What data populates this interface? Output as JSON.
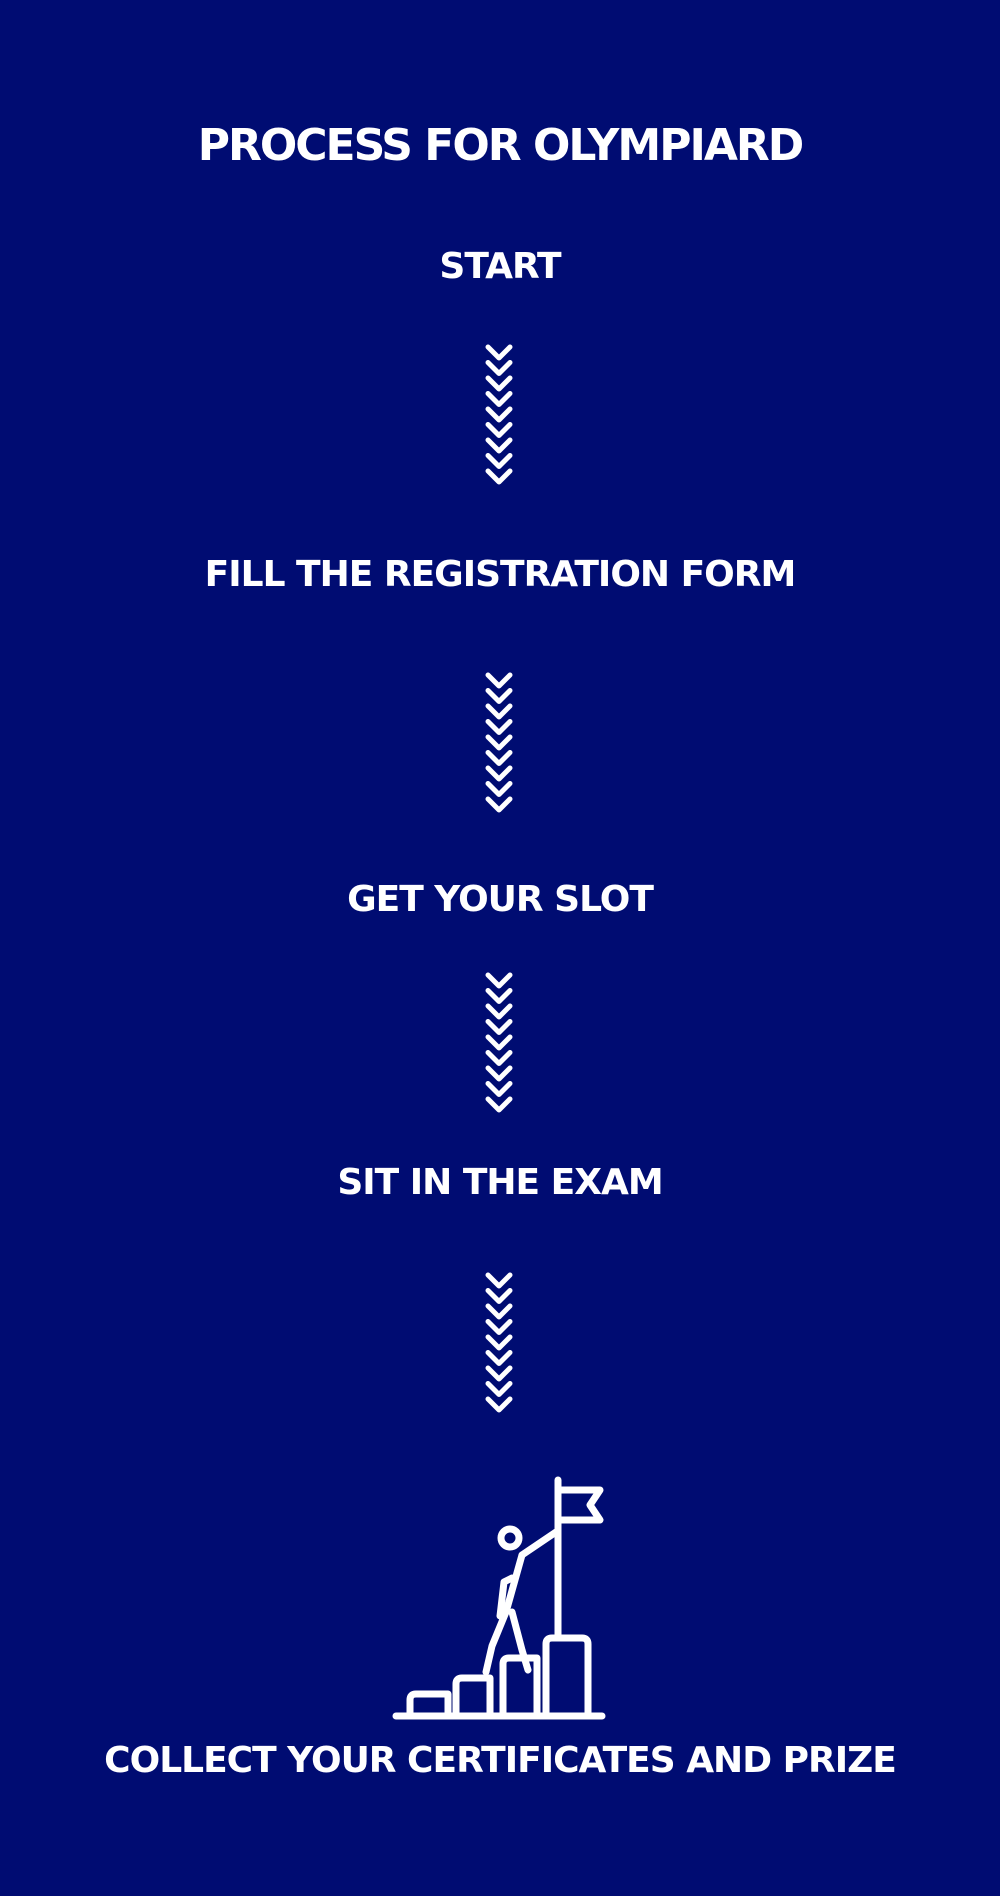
{
  "title": "PROCESS FOR OLYMPIARD",
  "steps": [
    "START",
    "FILL THE REGISTRATION FORM",
    "GET YOUR SLOT",
    "SIT IN THE EXAM",
    "COLLECT YOUR CERTIFICATES AND PRIZE"
  ],
  "icons": {
    "connector": "chevron-down-stack-icon",
    "goal": "climber-flag-podium-icon"
  },
  "colors": {
    "background": "#000c72",
    "foreground": "#ffffff"
  }
}
